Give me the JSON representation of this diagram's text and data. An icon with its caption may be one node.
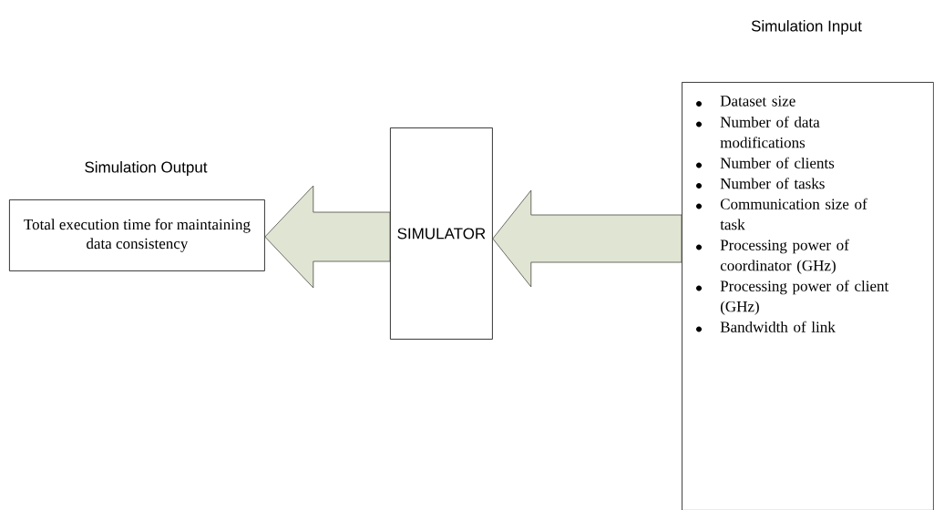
{
  "diagram": {
    "nodes": [
      {
        "text": [
          "Simulation Input",
          "Dataset size",
          "Number of data modifications",
          "Number of clients",
          "Number of tasks",
          "Communication size of task",
          "Processing power of coordinator (GHz)",
          "Processing power of client (GHz)",
          "Bandwidth of link"
        ]
      },
      {
        "text": [
          "SIMULATOR"
        ]
      },
      {
        "text": [
          "Simulation Output",
          "Total execution time for maintaining data consistency"
        ]
      }
    ],
    "edges": [
      {
        "from": 0,
        "to": 1,
        "arrow": "to"
      },
      {
        "from": 1,
        "to": 2,
        "arrow": "to"
      }
    ]
  }
}
